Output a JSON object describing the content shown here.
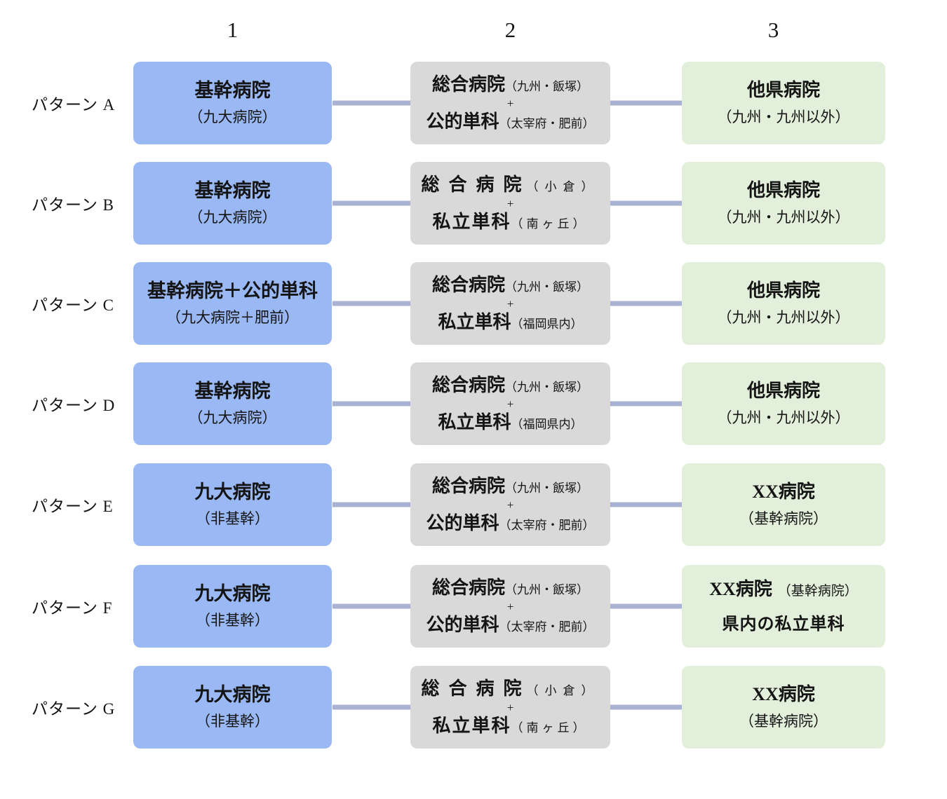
{
  "colors": {
    "blue_box": "#9ab8f4",
    "gray_box": "#d9d9d9",
    "green_box": "#e2efda",
    "connector_line": "#a9b2d3"
  },
  "headers": {
    "col1": "1",
    "col2": "2",
    "col3": "3"
  },
  "rows": [
    {
      "label": "パターン A",
      "col1": {
        "title": "基幹病院",
        "subtitle": "（九大病院）"
      },
      "col2": {
        "line1_main": "総合病院",
        "line1_paren": "（九州・飯塚）",
        "plus": "+",
        "line2_main": "公的単科",
        "line2_paren": "（太宰府・肥前）"
      },
      "col3": {
        "title": "他県病院",
        "subtitle": "（九州・九州以外）"
      }
    },
    {
      "label": "パターン B",
      "col1": {
        "title": "基幹病院",
        "subtitle": "（九大病院）"
      },
      "col2": {
        "line1_main": "総合病院",
        "line1_paren": "（小倉）",
        "plus": "+",
        "line2_main": "私立単科",
        "line2_paren": "（南ヶ丘）"
      },
      "col3": {
        "title": "他県病院",
        "subtitle": "（九州・九州以外）"
      }
    },
    {
      "label": "パターン C",
      "col1": {
        "title": "基幹病院＋公的単科",
        "subtitle": "（九大病院＋肥前）"
      },
      "col2": {
        "line1_main": "総合病院",
        "line1_paren": "（九州・飯塚）",
        "plus": "+",
        "line2_main": "私立単科",
        "line2_paren": "（福岡県内）"
      },
      "col3": {
        "title": "他県病院",
        "subtitle": "（九州・九州以外）"
      }
    },
    {
      "label": "パターン D",
      "col1": {
        "title": "基幹病院",
        "subtitle": "（九大病院）"
      },
      "col2": {
        "line1_main": "総合病院",
        "line1_paren": "（九州・飯塚）",
        "plus": "+",
        "line2_main": "私立単科",
        "line2_paren": "（福岡県内）"
      },
      "col3": {
        "title": "他県病院",
        "subtitle": "（九州・九州以外）"
      }
    },
    {
      "label": "パターン E",
      "col1": {
        "title": "九大病院",
        "subtitle": "（非基幹）"
      },
      "col2": {
        "line1_main": "総合病院",
        "line1_paren": "（九州・飯塚）",
        "plus": "+",
        "line2_main": "公的単科",
        "line2_paren": "（太宰府・肥前）"
      },
      "col3": {
        "title": "XX病院",
        "subtitle": "（基幹病院）"
      }
    },
    {
      "label": "パターン F",
      "col1": {
        "title": "九大病院",
        "subtitle": "（非基幹）"
      },
      "col2": {
        "line1_main": "総合病院",
        "line1_paren": "（九州・飯塚）",
        "plus": "+",
        "line2_main": "公的単科",
        "line2_paren": "（太宰府・肥前）"
      },
      "col3": {
        "title": "XX病院",
        "paren": "（基幹病院）",
        "subtitle": "県内の私立単科"
      }
    },
    {
      "label": "パターン G",
      "col1": {
        "title": "九大病院",
        "subtitle": "（非基幹）"
      },
      "col2": {
        "line1_main": "総合病院",
        "line1_paren": "（小倉）",
        "plus": "+",
        "line2_main": "私立単科",
        "line2_paren": "（南ヶ丘）"
      },
      "col3": {
        "title": "XX病院",
        "subtitle": "（基幹病院）"
      }
    }
  ]
}
